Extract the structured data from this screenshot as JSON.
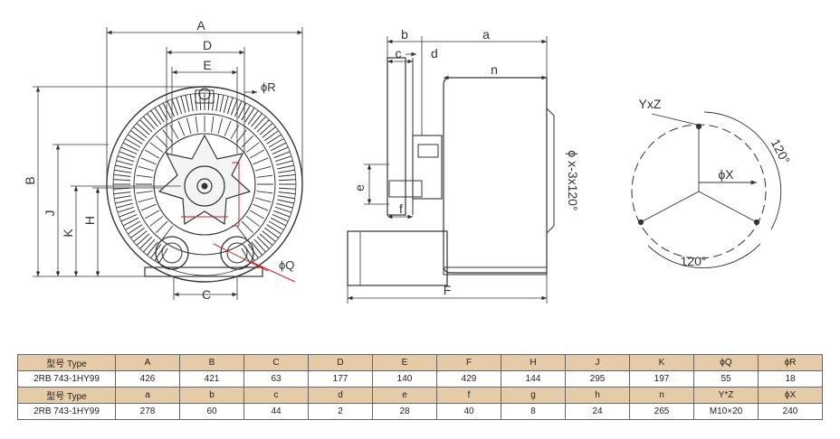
{
  "drawing": {
    "front_view_labels": [
      "A",
      "D",
      "E",
      "ϕR",
      "B",
      "J",
      "K",
      "H",
      "C",
      "ϕQ"
    ],
    "side_view_labels": [
      "b",
      "a",
      "c",
      "d",
      "n",
      "e",
      "f",
      "F"
    ],
    "flange_view_labels": [
      "ϕ x-3x120°",
      "YxZ",
      "ϕX",
      "120°",
      "120°"
    ]
  },
  "table": {
    "rows": [
      {
        "kind": "header",
        "cells": [
          "型号 Type",
          "A",
          "B",
          "C",
          "D",
          "E",
          "F",
          "H",
          "J",
          "K",
          "ϕQ",
          "ϕR"
        ]
      },
      {
        "kind": "value",
        "cells": [
          "2RB 743-1HY99",
          "426",
          "421",
          "63",
          "177",
          "140",
          "429",
          "144",
          "295",
          "197",
          "55",
          "18"
        ]
      },
      {
        "kind": "header",
        "cells": [
          "型号 Type",
          "a",
          "b",
          "c",
          "d",
          "e",
          "f",
          "g",
          "h",
          "n",
          "Y*Z",
          "ϕX"
        ]
      },
      {
        "kind": "value",
        "cells": [
          "2RB 743-1HY99",
          "278",
          "60",
          "44",
          "2",
          "28",
          "40",
          "8",
          "24",
          "265",
          "M10×20",
          "240"
        ]
      }
    ]
  },
  "colors": {
    "table_header_bg": "#e6cba7",
    "line": "#333333",
    "accent_red": "#cc2222"
  }
}
